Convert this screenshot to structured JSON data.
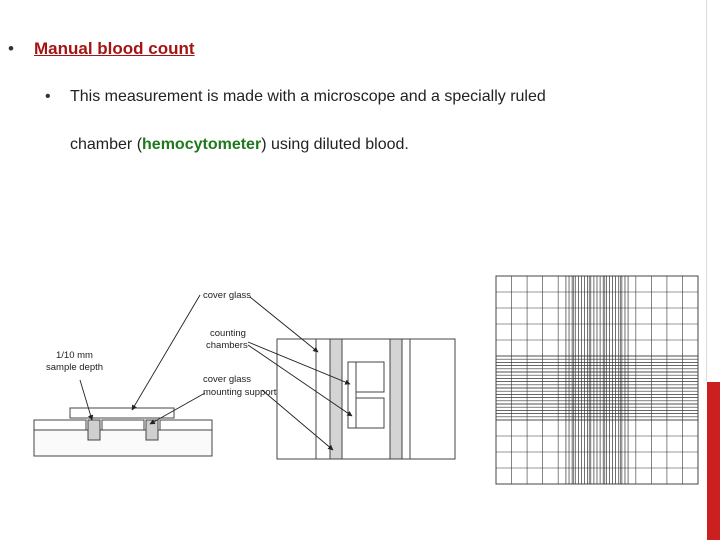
{
  "bullet_glyph": "•",
  "heading": "Manual blood count",
  "body": {
    "line1": "This measurement is made with a microscope and a specially ruled",
    "line2_before": "chamber (",
    "line2_term": "hemocytometer",
    "line2_after": ") using diluted blood."
  },
  "diagram": {
    "labels": {
      "cover_glass": "cover glass",
      "counting_1": "counting",
      "counting_2": "chambers",
      "depth_1": "1/10 mm",
      "depth_2": "sample depth",
      "support_1": "cover glass",
      "support_2": "mounting support"
    }
  },
  "colors": {
    "accent_red": "#cc1f1f",
    "heading_red": "#a31515",
    "term_green": "#1e7a1e"
  }
}
